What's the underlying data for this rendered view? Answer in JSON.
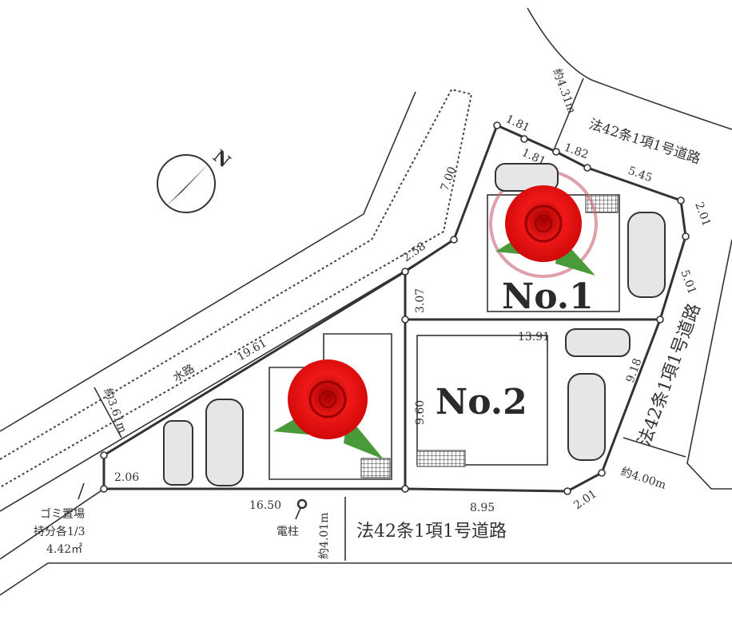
{
  "lots": {
    "no1_label": "No.1",
    "no2_label": "No.2"
  },
  "compass": {
    "north": "N"
  },
  "waterway": {
    "label": "水路",
    "width": "約3.61m",
    "length": "19.61"
  },
  "roads": {
    "bottom": "法42条1項1号道路",
    "bottom_width": "約4.01m",
    "top_right": "法42条1項1号道路",
    "top_right_width": "約4.31m",
    "right": "法42条1項1号道路",
    "right_width": "約4.00m"
  },
  "dimensions": {
    "d_1_81_a": "1.81",
    "d_1_81_b": "1.81",
    "d_1_82": "1.82",
    "d_5_45": "5.45",
    "d_2_01_top": "2.01",
    "d_5_01": "5.01",
    "d_9_18": "9.18",
    "d_2_01_bottom": "2.01",
    "d_8_95": "8.95",
    "d_16_50": "16.50",
    "d_2_06": "2.06",
    "d_7_00": "7.00",
    "d_2_58": "2.58",
    "d_3_07": "3.07",
    "d_13_91": "13.91",
    "d_9_60": "9.60"
  },
  "annotations": {
    "utility_pole": "電柱",
    "garbage_line1": "ゴミ置場",
    "garbage_line2": "持分各1/3",
    "garbage_line3": "4.42㎡"
  },
  "colors": {
    "rose": "#e01010",
    "leaf": "#4a9a3a",
    "stamp": "#c86070"
  }
}
